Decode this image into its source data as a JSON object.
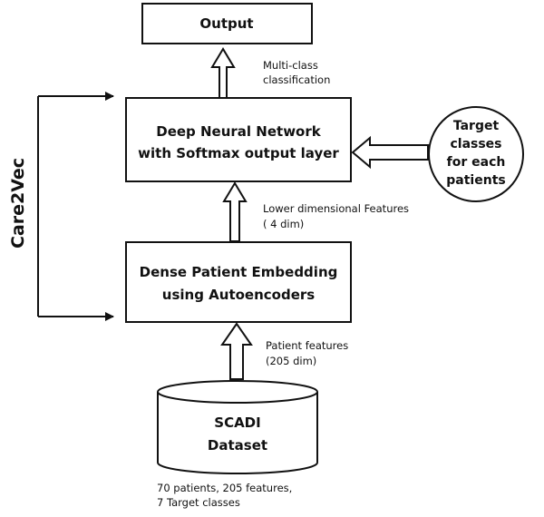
{
  "nodes": {
    "output": {
      "label": "Output"
    },
    "dnn": {
      "line1": "Deep Neural Network",
      "line2": "with Softmax output layer"
    },
    "embedding": {
      "line1": "Dense Patient Embedding",
      "line2": "using Autoencoders"
    },
    "dataset": {
      "line1": "SCADI",
      "line2": "Dataset"
    },
    "targets": {
      "line1": "Target",
      "line2": "classes",
      "line3": "for each",
      "line4": "patients"
    }
  },
  "edges": {
    "dnn_to_output": {
      "line1": "Multi-class",
      "line2": "classification"
    },
    "embedding_to_dnn": {
      "line1": "Lower dimensional Features",
      "line2": "( 4 dim)"
    },
    "dataset_to_embedding": {
      "line1": "Patient features",
      "line2": "(205 dim)"
    }
  },
  "dataset_note": {
    "line1": "70 patients, 205 features,",
    "line2": "7 Target classes"
  },
  "side_label": "Care2Vec"
}
